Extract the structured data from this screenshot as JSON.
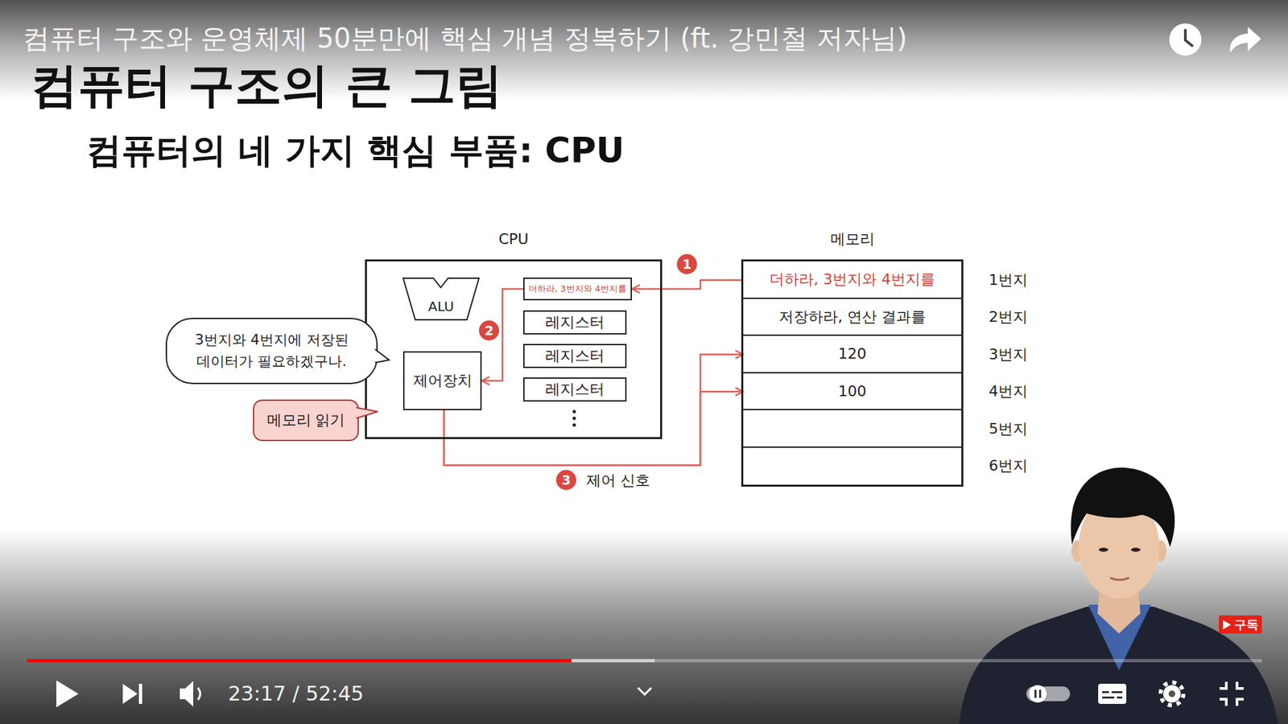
{
  "diagram": {
    "title": "컴퓨터 구조의 큰 그림",
    "nodes": [
      {
        "text": [
          "CPU"
        ]
      },
      {
        "text": [
          "ALU"
        ],
        "in": 0
      },
      {
        "text": [
          "더하라, 3번지와 4번지를"
        ],
        "in": 0
      },
      {
        "text": [
          "레지스터"
        ],
        "in": 0
      },
      {
        "text": [
          "레지스터"
        ],
        "in": 0
      },
      {
        "text": [
          "레지스터"
        ],
        "in": 0
      },
      {
        "text": [
          "제어장치"
        ],
        "in": 0
      },
      {
        "text": [
          "메모리"
        ]
      },
      {
        "text": [
          "더하라, 3번지와 4번지를"
        ],
        "in": 7
      },
      {
        "text": [
          "저장하라, 연산 결과를"
        ],
        "in": 7
      },
      {
        "text": [
          "120"
        ],
        "in": 7
      },
      {
        "text": [
          "100"
        ],
        "in": 7
      },
      {
        "text": [
          "3번지와 4번지에 저장된 데이터가 필요하겠구나."
        ]
      },
      {
        "text": [
          "메모리 읽기"
        ]
      }
    ],
    "edges": [
      {
        "from": 8,
        "to": 2,
        "arrow": "to"
      },
      {
        "from": 2,
        "to": 6,
        "arrow": "to"
      },
      {
        "from": 6,
        "to": 10,
        "arrow": "to",
        "label": "제어 신호"
      },
      {
        "from": 6,
        "to": 11,
        "arrow": "to"
      }
    ],
    "labels": [
      "컴퓨터 구조와 운영체제 50분만에 핵심 개념 정복하기 (ft. 강민철 저자님)",
      "컴퓨터의 네 가지 핵심 부품: CPU",
      "1",
      "2",
      "3",
      "1번지",
      "2번지",
      "3번지",
      "4번지",
      "5번지",
      "6번지",
      "구독",
      "23:17 / 52:45"
    ]
  }
}
